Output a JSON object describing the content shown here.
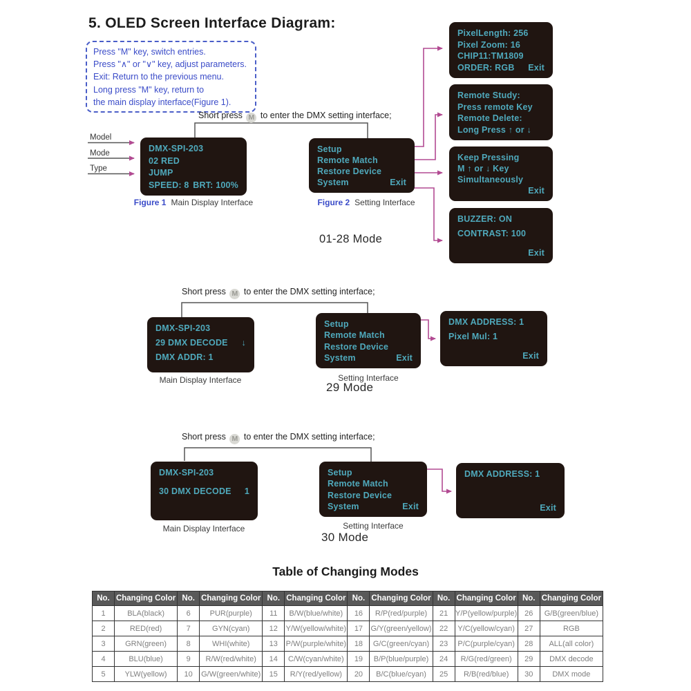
{
  "title": "5.  OLED Screen Interface Diagram:",
  "instructions": {
    "line1": "Press \"M\" key,  switch entries.",
    "line2": "Press \"∧\" or \"∨\" key,  adjust parameters.",
    "line3": "Exit: Return to the previous menu.",
    "line4": "Long press \"M\" key,  return to",
    "line5": "the main display interface(Figure 1)."
  },
  "prompt": {
    "pre": "Short press",
    "m_key": "M",
    "post": "to enter the DMX setting interface;"
  },
  "side_labels": {
    "model": "Model",
    "mode": "Mode",
    "type": "Type"
  },
  "screens": {
    "fig1": {
      "l1": "DMX-SPI-203",
      "l2": "02  RED",
      "l3": "JUMP",
      "l4a": "SPEED: 8",
      "l4b": "BRT: 100%"
    },
    "setting": {
      "l1": "Setup",
      "l2": "Remote  Match",
      "l3": "Restore  Device",
      "l4a": "System",
      "l4b": "Exit"
    },
    "pixel": {
      "l1": "PixelLength: 256",
      "l2": "Pixel Zoom: 16",
      "l3": "CHIP11:TM1809",
      "l4a": "ORDER: RGB",
      "l4b": "Exit"
    },
    "remote": {
      "l1": "Remote Study:",
      "l2": "Press remote Key",
      "l3": "Remote Delete:",
      "l4": "Long Press  ↑ or ↓"
    },
    "keep": {
      "l1": "Keep Pressing",
      "l2": "M ↑ or ↓ Key",
      "l3": "Simultaneously",
      "l4": "Exit"
    },
    "buzzer": {
      "l1": "BUZZER: ON",
      "l2": "CONTRAST: 100",
      "l4": "Exit"
    },
    "main29": {
      "l1": "DMX-SPI-203",
      "l2a": "29  DMX  DECODE",
      "l2b": "↓",
      "l3": "DMX  ADDR:  1"
    },
    "addr29": {
      "l1": "DMX  ADDRESS:  1",
      "l2": "Pixel  Mul:  1",
      "l4": "Exit"
    },
    "main30": {
      "l1": "DMX-SPI-203",
      "l2a": "30  DMX  DECODE",
      "l2b": "1"
    },
    "addr30": {
      "l1": "DMX  ADDRESS:  1",
      "l4": "Exit"
    }
  },
  "captions": {
    "fig1_label": "Figure 1",
    "fig1_text": "Main Display Interface",
    "fig2_label": "Figure 2",
    "fig2_text": "Setting Interface",
    "main_display": "Main Display Interface",
    "setting": "Setting Interface"
  },
  "mode_labels": {
    "r1": "01-28 Mode",
    "r2": "29 Mode",
    "r3": "30 Mode"
  },
  "colors": {
    "screen_bg": "#201511",
    "screen_text": "#4fa9bc",
    "magenta_arrow": "#b24a92",
    "blue_text": "#3a4bc8",
    "gray_line": "#555555"
  },
  "table": {
    "title": "Table of Changing Modes",
    "header": [
      "No.",
      "Changing Color"
    ],
    "header_repeat": 6,
    "rows": [
      [
        "1",
        "BLA(black)",
        "6",
        "PUR(purple)",
        "11",
        "B/W(blue/white)",
        "16",
        "R/P(red/purple)",
        "21",
        "Y/P(yellow/purple)",
        "26",
        "G/B(green/blue)"
      ],
      [
        "2",
        "RED(red)",
        "7",
        "GYN(cyan)",
        "12",
        "Y/W(yellow/white)",
        "17",
        "G/Y(green/yellow)",
        "22",
        "Y/C(yellow/cyan)",
        "27",
        "RGB"
      ],
      [
        "3",
        "GRN(green)",
        "8",
        "WHI(white)",
        "13",
        "P/W(purple/white)",
        "18",
        "G/C(green/cyan)",
        "23",
        "P/C(purple/cyan)",
        "28",
        "ALL(all color)"
      ],
      [
        "4",
        "BLU(blue)",
        "9",
        "R/W(red/white)",
        "14",
        "C/W(cyan/white)",
        "19",
        "B/P(blue/purple)",
        "24",
        "R/G(red/green)",
        "29",
        "DMX decode"
      ],
      [
        "5",
        "YLW(yellow)",
        "10",
        "G/W(green/white)",
        "15",
        "R/Y(red/yellow)",
        "20",
        "B/C(blue/cyan)",
        "25",
        "R/B(red/blue)",
        "30",
        "DMX mode"
      ]
    ]
  }
}
